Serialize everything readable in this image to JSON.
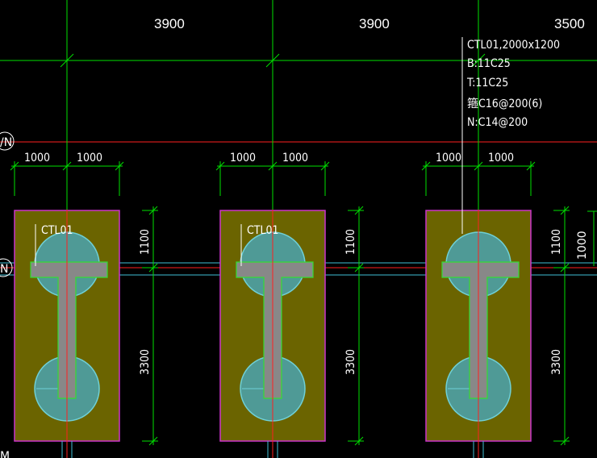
{
  "colors": {
    "background": "#000000",
    "axis_line": "#ff2020",
    "dim_line": "#00e000",
    "cap_fill": "#6b6400",
    "cap_border": "#cc33cc",
    "pile_fill": "#4f9a96",
    "pile_border": "#6fd0d6",
    "beam_fill": "#888888",
    "beam_border": "#33dd33",
    "cyan_line": "#3fbfd6",
    "text": "#ffffff"
  },
  "top_spacings": [
    "3900",
    "3900",
    "3500"
  ],
  "axis_labels": {
    "row_upper": "/N",
    "row_lower": "N",
    "row_bottom": "M"
  },
  "offset_dims": [
    {
      "left": "1000",
      "right": "1000"
    },
    {
      "left": "1000",
      "right": "1000"
    },
    {
      "left": "1000",
      "right": "1000"
    }
  ],
  "cap_labels": [
    "CTL01",
    "CTL01",
    ""
  ],
  "vertical_dims": [
    {
      "upper": "1100",
      "lower": "3300"
    },
    {
      "upper": "1100",
      "lower": "3300"
    },
    {
      "upper": "1100",
      "lower": "3300"
    }
  ],
  "right_edge_dim": "1000",
  "annotation": {
    "line1": "CTL01,2000x1200",
    "line2": "B:11C25",
    "line3": "T:11C25",
    "line4": "箍C16@200(6)",
    "line5": "N:C14@200"
  }
}
